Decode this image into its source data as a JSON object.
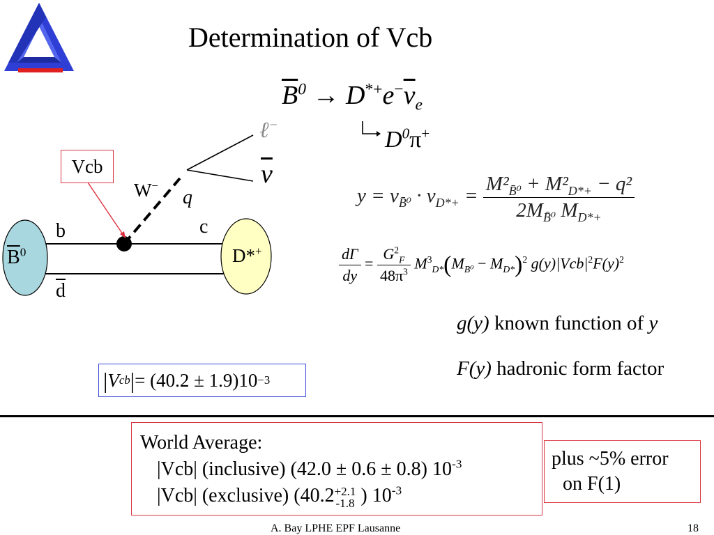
{
  "slide": {
    "title": "Determination of Vcb",
    "page_number": "18",
    "footer": "A. Bay   LPHE EPF Lausanne"
  },
  "decay": {
    "B": "B",
    "B_sup": "0",
    "arrow": "→",
    "D": "D",
    "D_sup": "*+",
    "e": "e",
    "e_sup": "−",
    "nu": "ν",
    "nu_sub": "e",
    "sub_D": "D",
    "sub_D_sup": "0",
    "sub_pi": "π",
    "sub_pi_sup": "+"
  },
  "diagram": {
    "vcb_label": "Vcb",
    "W_label": "W",
    "W_sup": "−",
    "q_label": "q",
    "lepton_label": "ℓ",
    "lepton_sup": "−",
    "nu_label": "ν",
    "b_label": "b",
    "c_label": "c",
    "d_label": "d",
    "B0_label": "B",
    "B0_sup": "0",
    "Dstar_label": "D*",
    "Dstar_sup": "+"
  },
  "y_definition": {
    "lhs": "y = v",
    "lhs_sub": "B̄⁰",
    "dot": " · v",
    "dot_sub": "D*+",
    "eq": " = ",
    "num": "M²",
    "num_sub1": "B̄⁰",
    "num_mid": " + M²",
    "num_sub2": "D*+",
    "num_end": " − q²",
    "den": "2M",
    "den_sub1": "B̄⁰",
    "den_mid": " M",
    "den_sub2": "D*+"
  },
  "rate": {
    "lhs_num": "dΓ",
    "lhs_den": "dy",
    "eq": "=",
    "coef_num": "G",
    "coef_num_sup": "2",
    "coef_num_sub": "F",
    "coef_den": "48π",
    "coef_den_sup": "3",
    "M": "M",
    "M_sup": "3",
    "M_sub": "D*",
    "open": "(",
    "MB": "M",
    "MB_sub": "B⁰",
    "minus": " − ",
    "MD": "M",
    "MD_sub": "D*",
    "close": ")",
    "close_sup": "2",
    "g": "g(y)",
    "vcb": "|Vcb|",
    "vcb_sup": "2",
    "F": "F(y)",
    "F_sup": "2"
  },
  "descriptions": {
    "gy_italic": "g(y)",
    "gy_text": " known function of ",
    "gy_var": "y",
    "fy_italic": "F(y)",
    "fy_text": " hadronic form factor"
  },
  "vcb_result": {
    "open": "|",
    "V": "V",
    "V_sub": "cb",
    "close": "|",
    "eq": " = (40.2 ± 1.9)10",
    "exp": "−3"
  },
  "world_average": {
    "heading": "World Average:",
    "inclusive": "|Vcb| (inclusive)  (42.0 ± 0.6 ± 0.8) 10",
    "inclusive_exp": "-3",
    "exclusive_pre": "|Vcb| (exclusive)  (40.2",
    "exclusive_up": "+2.1",
    "exclusive_down": "-1.8",
    "exclusive_post": " ) 10",
    "exclusive_exp": "-3"
  },
  "error_note": {
    "line1": "plus ~5% error",
    "line2": "on F(1)"
  },
  "colors": {
    "logo_blue": "#2f3fd6",
    "logo_red": "#e02020",
    "B_meson_fill": "#a9d7df",
    "D_meson_fill": "#ffffc4",
    "box_red": "#d9343f",
    "box_blue": "#3e4bd8"
  },
  "icons": {
    "logo": "penrose-triangle-logo"
  }
}
